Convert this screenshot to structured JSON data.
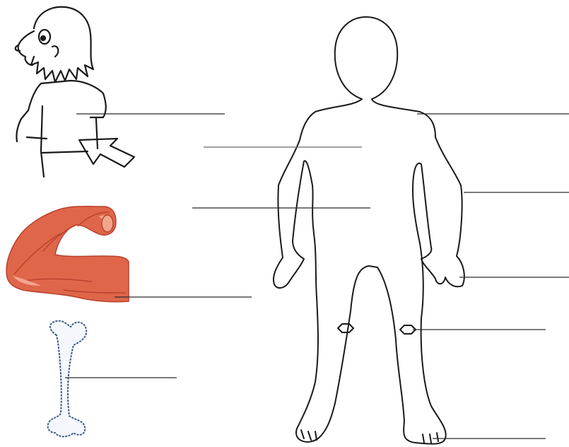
{
  "worksheet": {
    "type": "label-the-body-parts",
    "label_lines_count": 10,
    "pictures": [
      "child-pointing-to-chest",
      "flexed-arm-muscle",
      "bone",
      "child-body-outline"
    ]
  },
  "colors": {
    "background": "#ffffff",
    "outline": "#1a1a1a",
    "label_line": "#2a2a2a",
    "muscle_fill": "#e0664a",
    "muscle_dark": "#b8412c",
    "muscle_light": "#f2a58e",
    "bone_outline": "#3a5a8a",
    "bone_fill": "#f4f8fc"
  }
}
